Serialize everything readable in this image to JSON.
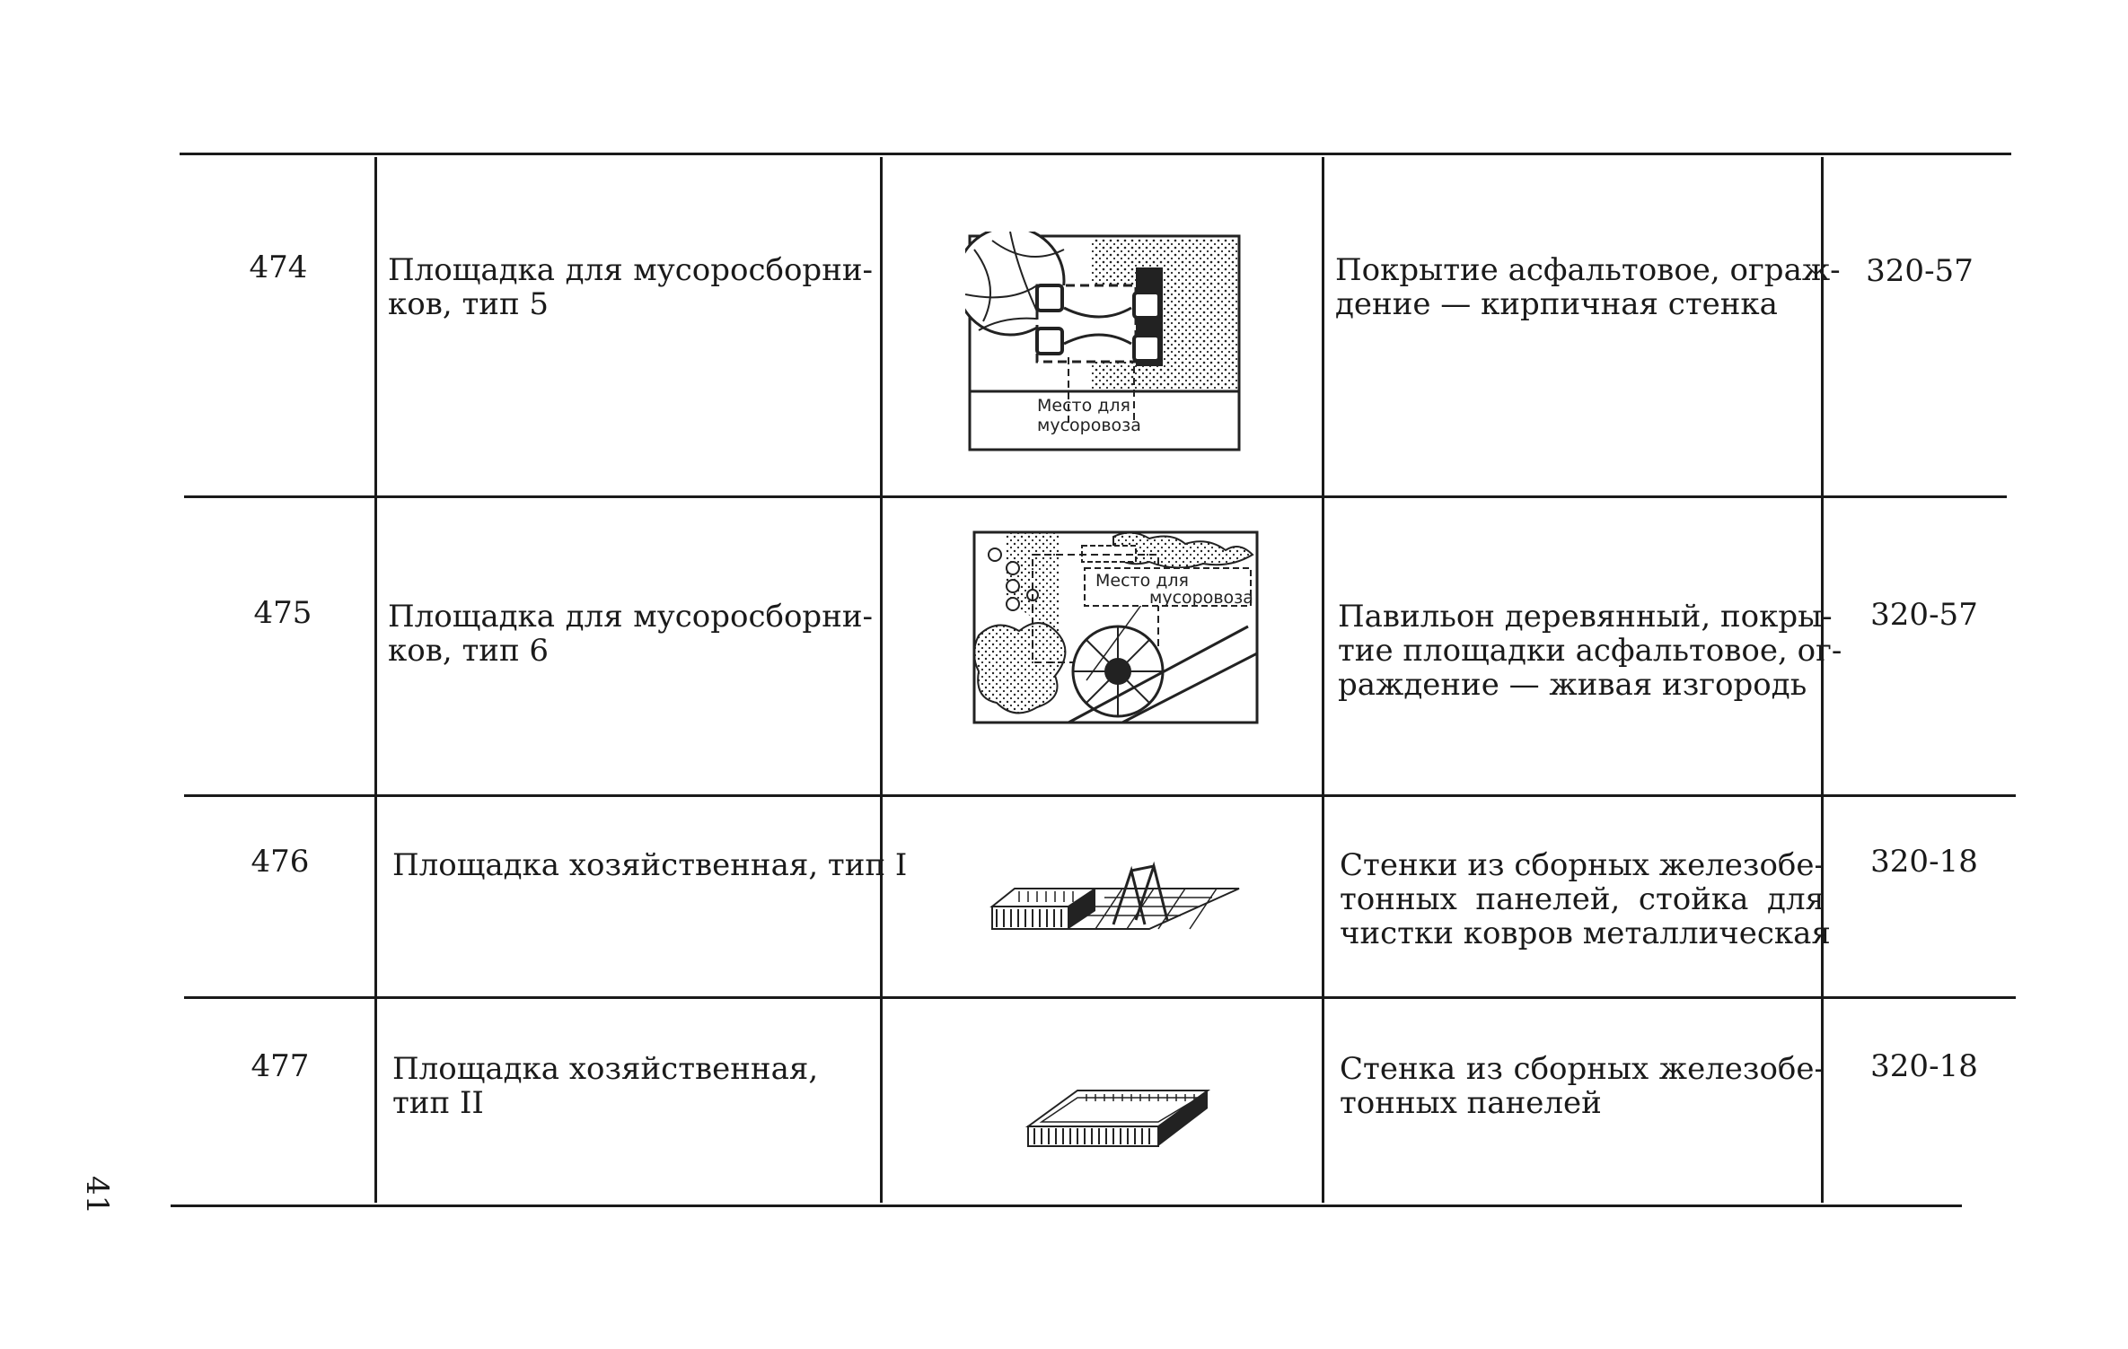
{
  "page_number": "41",
  "rows": [
    {
      "number": "474",
      "name_lines": [
        "Площадка для мусоросборни-",
        "ков, тип 5"
      ],
      "figure": {
        "caption_line1": "Место для",
        "caption_line2": "мусоровоза"
      },
      "desc_lines": [
        "Покрытие асфальтовое, ограж-",
        "дение — кирпичная стенка"
      ],
      "code": "320-57"
    },
    {
      "number": "475",
      "name_lines": [
        "Площадка для мусоросборни-",
        "ков, тип 6"
      ],
      "figure": {
        "caption_line1": "Место для",
        "caption_line2": "мусоровоза"
      },
      "desc_lines": [
        "Павильон деревянный, покры-",
        "тие площадки асфальтовое, ог-",
        "раждение — живая изгородь"
      ],
      "code": "320-57"
    },
    {
      "number": "476",
      "name_lines": [
        "Площадка хозяйственная, тип I"
      ],
      "desc_lines": [
        "Стенки из сборных железобе-",
        "тонных панелей, стойка для",
        "чистки ковров металлическая"
      ],
      "code": "320-18"
    },
    {
      "number": "477",
      "name_lines": [
        "Площадка хозяйственная,",
        "тип II"
      ],
      "desc_lines": [
        "Стенка из сборных железобе-",
        "тонных панелей"
      ],
      "code": "320-18"
    }
  ]
}
